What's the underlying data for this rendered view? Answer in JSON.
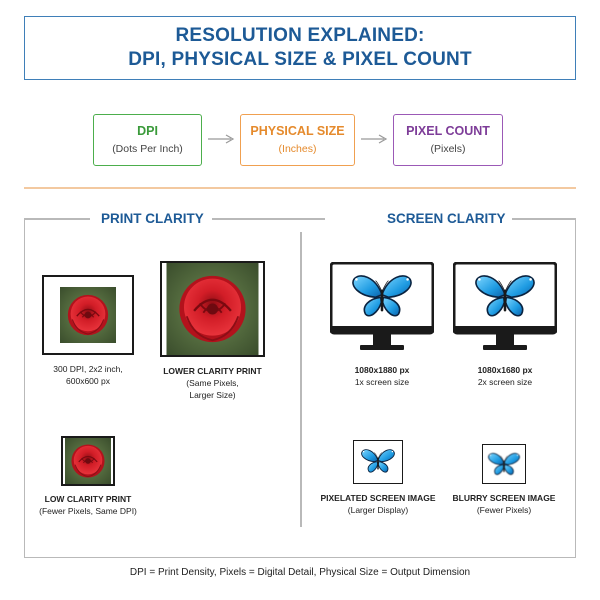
{
  "title": {
    "line1": "RESOLUTION EXPLAINED:",
    "line2": "DPI, PHYSICAL SIZE & PIXEL COUNT"
  },
  "flow": [
    {
      "title": "DPI",
      "subtitle": "(Dots Per Inch)",
      "color": "#3a9a3a"
    },
    {
      "title": "PHYSICAL SIZE",
      "subtitle": "(Inches)",
      "color": "#e58a2c"
    },
    {
      "title": "PIXEL COUNT",
      "subtitle": "(Pixels)",
      "color": "#7d3c98"
    }
  ],
  "print_section": {
    "title": "PRINT CLARITY",
    "items": [
      {
        "label_line1": "300 DPI, 2x2 inch,",
        "label_line2": "600x600 px",
        "label_line3": ""
      },
      {
        "label_line1": "LOWER CLARITY PRINT",
        "label_line2": "(Same Pixels,",
        "label_line3": "Larger Size)"
      },
      {
        "label_line1": "LOW CLARITY PRINT",
        "label_line2": "(Fewer Pixels, Same DPI)",
        "label_line3": ""
      }
    ]
  },
  "screen_section": {
    "title": "SCREEN CLARITY",
    "items": [
      {
        "label_line1": "1080x1880 px",
        "label_line2": "1x screen size"
      },
      {
        "label_line1": "1080x1680 px",
        "label_line2": "2x screen size"
      },
      {
        "label_line1": "PIXELATED SCREEN IMAGE",
        "label_line2": "(Larger Display)"
      },
      {
        "label_line1": "BLURRY SCREEN IMAGE",
        "label_line2": "(Fewer Pixels)"
      }
    ]
  },
  "footer": "DPI = Print Density, Pixels = Digital Detail, Physical Size = Output Dimension",
  "colors": {
    "title_blue": "#1d5a96",
    "border_blue": "#3f7fb8",
    "rose_red": "#d0202a",
    "butterfly_blue": "#2aa6e8",
    "divider_orange": "#f3c9a0"
  },
  "icons": [
    "rose-photo",
    "butterfly-icon",
    "monitor-icon",
    "arrow-right-icon"
  ]
}
